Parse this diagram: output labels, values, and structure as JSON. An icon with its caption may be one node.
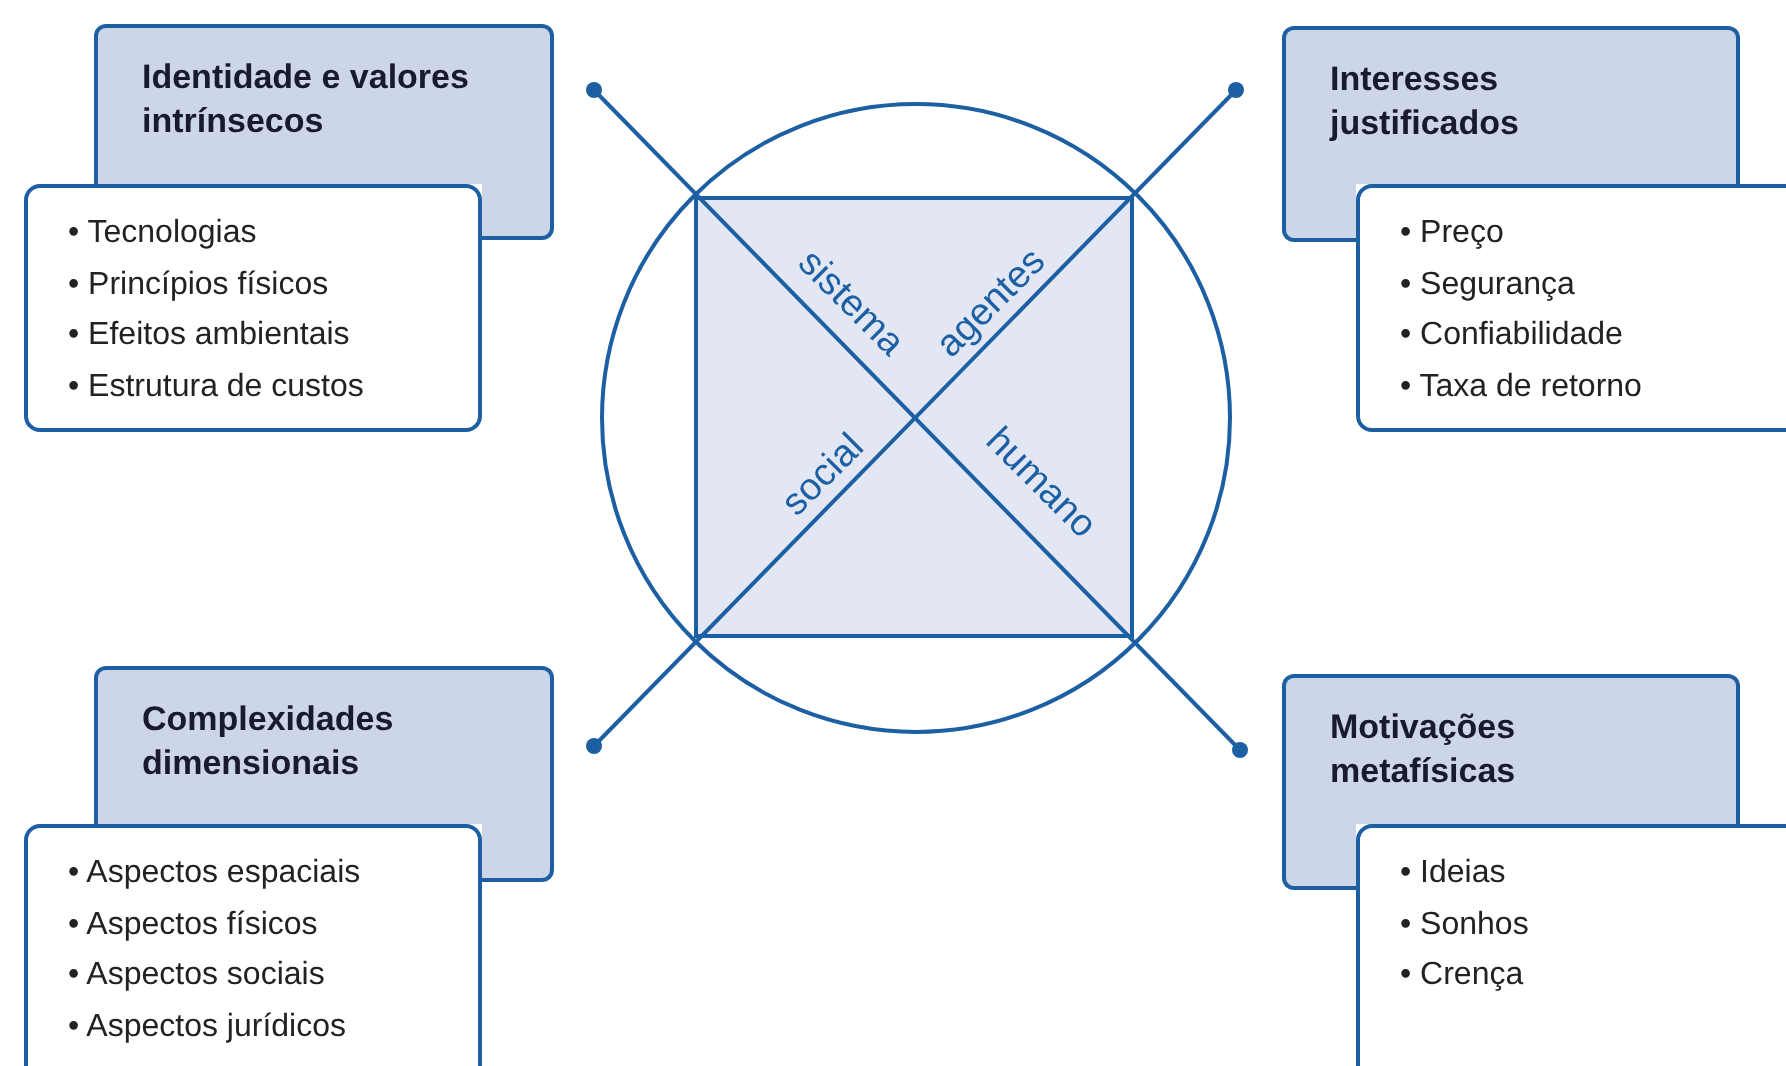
{
  "diagram": {
    "nodes": [
      {
        "text": [
          "Identidade e valores intrínsecos"
        ]
      },
      {
        "text": [
          "• Tecnologias",
          "• Princípios físicos",
          "• Efeitos ambientais",
          "• Estrutura de custos"
        ]
      },
      {
        "text": [
          "Interesses justificados"
        ]
      },
      {
        "text": [
          "• Preço",
          "• Segurança",
          "• Confiabilidade",
          "• Taxa de retorno"
        ]
      },
      {
        "text": [
          "Complexidades dimensionais"
        ]
      },
      {
        "text": [
          "• Aspectos espaciais",
          "• Aspectos físicos",
          "• Aspectos sociais",
          "• Aspectos jurídicos"
        ]
      },
      {
        "text": [
          "Motivações metafísicas"
        ]
      },
      {
        "text": [
          "• Ideias",
          "• Sonhos",
          "• Crença"
        ]
      }
    ],
    "edges": [],
    "labels": [
      "sistema",
      "agentes",
      "social",
      "humano"
    ]
  }
}
